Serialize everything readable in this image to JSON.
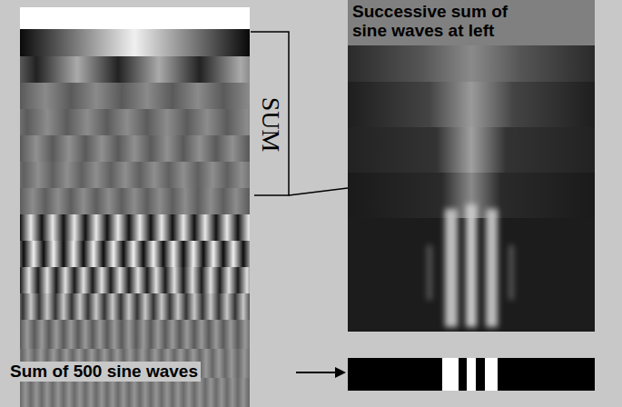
{
  "diagram": {
    "labels": [
      "Successive sum of sine waves at left",
      "SUM",
      "Sum of 500 sine waves"
    ]
  }
}
